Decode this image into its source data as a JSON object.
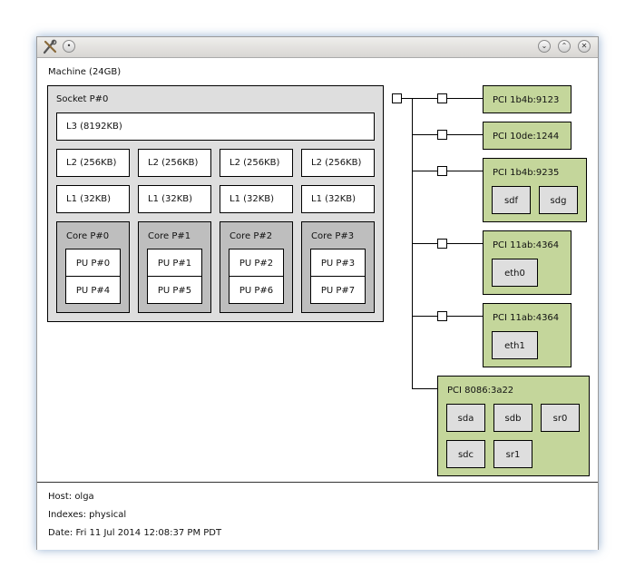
{
  "machine": {
    "label": "Machine (24GB)"
  },
  "socket": {
    "label": "Socket P#0",
    "l3": "L3 (8192KB)",
    "l2": [
      "L2 (256KB)",
      "L2 (256KB)",
      "L2 (256KB)",
      "L2 (256KB)"
    ],
    "l1": [
      "L1 (32KB)",
      "L1 (32KB)",
      "L1 (32KB)",
      "L1 (32KB)"
    ],
    "cores": [
      {
        "label": "Core P#0",
        "pus": [
          "PU P#0",
          "PU P#4"
        ]
      },
      {
        "label": "Core P#1",
        "pus": [
          "PU P#1",
          "PU P#5"
        ]
      },
      {
        "label": "Core P#2",
        "pus": [
          "PU P#2",
          "PU P#6"
        ]
      },
      {
        "label": "Core P#3",
        "pus": [
          "PU P#3",
          "PU P#7"
        ]
      }
    ]
  },
  "pci": [
    {
      "label": "PCI 1b4b:9123",
      "children": []
    },
    {
      "label": "PCI 10de:1244",
      "children": []
    },
    {
      "label": "PCI 1b4b:9235",
      "children": [
        "sdf",
        "sdg"
      ]
    },
    {
      "label": "PCI 11ab:4364",
      "children": [
        "eth0"
      ]
    },
    {
      "label": "PCI 11ab:4364",
      "children": [
        "eth1"
      ]
    },
    {
      "label": "PCI 8086:3a22",
      "children": [
        "sda",
        "sdb",
        "sr0",
        "sdc",
        "sr1"
      ]
    }
  ],
  "footer": {
    "host": "Host: olga",
    "indexes": "Indexes: physical",
    "date": "Date: Fri 11 Jul 2014 12:08:37 PM PDT"
  },
  "colors": {
    "socket_fill": "#dedede",
    "core_fill": "#bebebe",
    "cache_fill": "#ffffff",
    "pci_fill": "#c4d69b",
    "os_device_fill": "#dedede"
  },
  "icons": {
    "app": "tools-icon",
    "menu": "circle-menu-icon",
    "minimize": "chevron-down-icon",
    "maximize": "chevron-up-icon",
    "close": "close-icon"
  }
}
